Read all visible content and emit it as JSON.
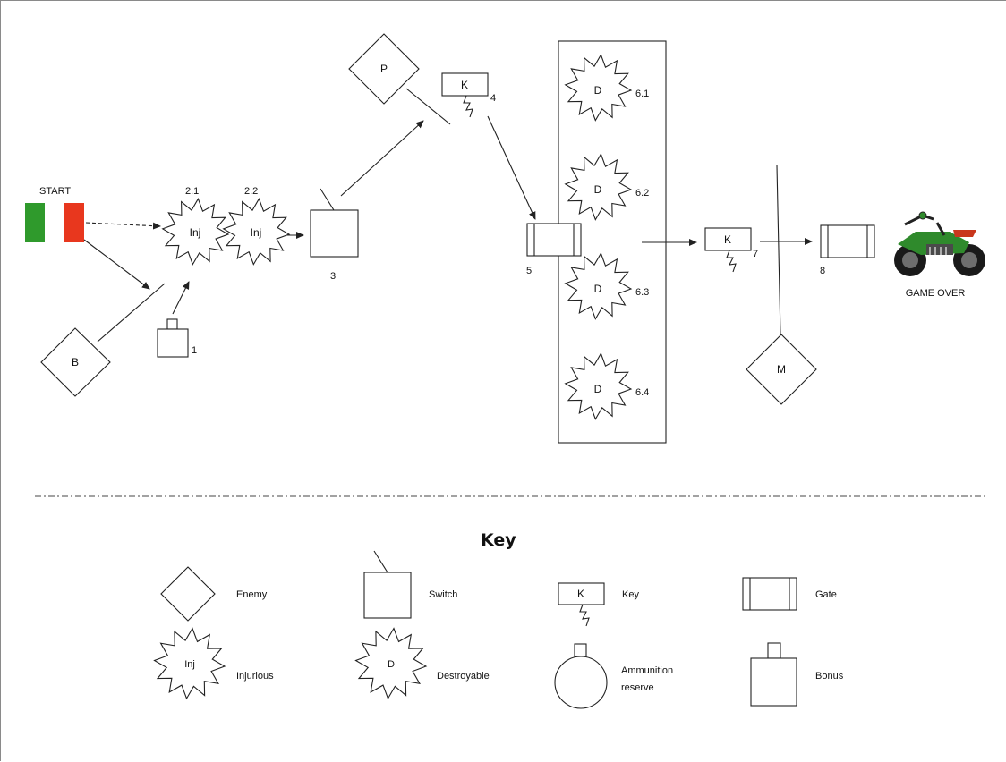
{
  "start_label": "START",
  "game_over_label": "GAME OVER",
  "key_title": "Key",
  "nodes": {
    "enemy_b": "B",
    "enemy_p": "P",
    "enemy_m": "M",
    "key_4": "K",
    "key_7": "K",
    "inj_2_1": "Inj",
    "inj_2_2": "Inj",
    "d_6_1": "D",
    "d_6_2": "D",
    "d_6_3": "D",
    "d_6_4": "D"
  },
  "numbers": {
    "n1": "1",
    "n2_1": "2.1",
    "n2_2": "2.2",
    "n3": "3",
    "n4": "4",
    "n5": "5",
    "n6_1": "6.1",
    "n6_2": "6.2",
    "n6_3": "6.3",
    "n6_4": "6.4",
    "n7": "7",
    "n8": "8"
  },
  "legend": {
    "enemy": "Enemy",
    "switch": "Switch",
    "key": "Key",
    "key_symbol": "K",
    "gate": "Gate",
    "injurious": "Injurious",
    "injurious_symbol": "Inj",
    "destroyable": "Destroyable",
    "destroyable_symbol": "D",
    "ammo_line1": "Ammunition",
    "ammo_line2": "reserve",
    "bonus": "Bonus"
  },
  "colors": {
    "start_green": "#2f9a2c",
    "start_red": "#e8371e"
  },
  "icons": [
    "motorcycle-icon"
  ]
}
